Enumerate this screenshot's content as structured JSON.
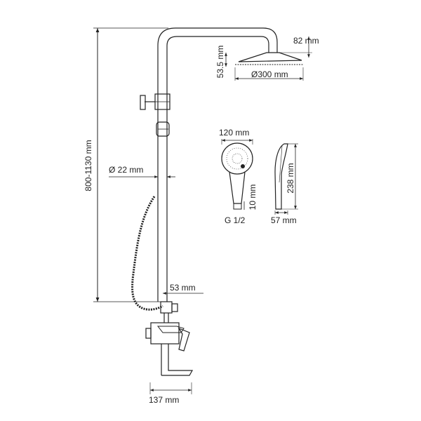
{
  "labels": {
    "height_range": "800-1130 mm",
    "top_depth": "82 mm",
    "head_thickness": "53.5 mm",
    "head_diameter": "Ø300 mm",
    "pipe_diameter": "Ø 22 mm",
    "hand_width": "120 mm",
    "hand_neck": "10 mm",
    "hand_thread": "G 1/2",
    "hand_length": "238 mm",
    "hand_depth": "57 mm",
    "outlet_offset": "53 mm",
    "base_width": "137 mm"
  }
}
